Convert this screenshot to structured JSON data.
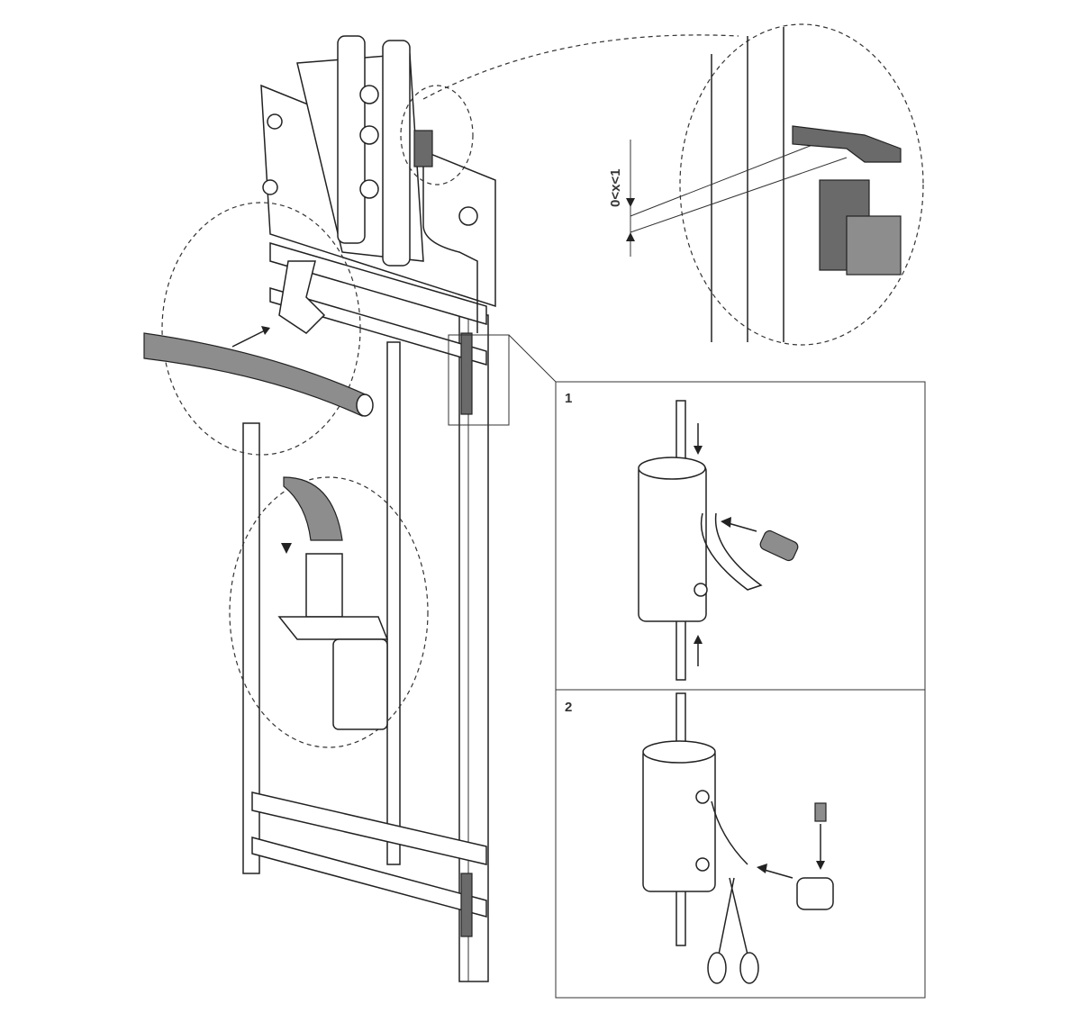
{
  "detail_top": {
    "tolerance_label": "0<x<1"
  },
  "steps": [
    {
      "number": "1"
    },
    {
      "number": "2"
    }
  ]
}
